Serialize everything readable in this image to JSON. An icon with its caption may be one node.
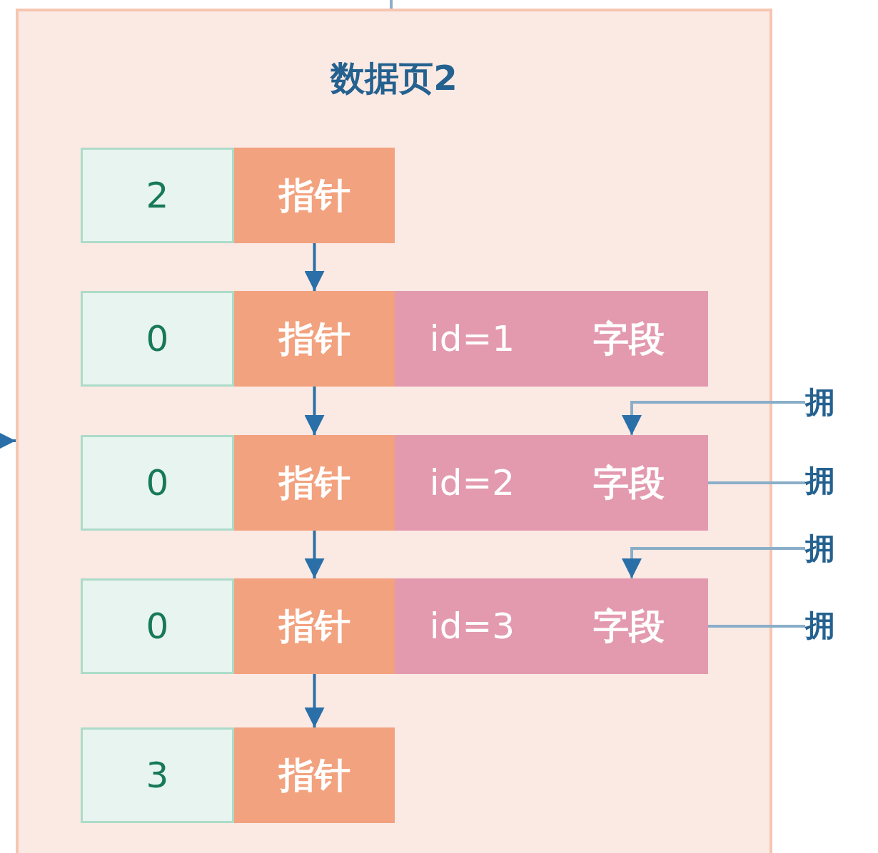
{
  "diagram": {
    "nodes": [
      {
        "text": [
          "数据页2"
        ]
      },
      {
        "text": [
          "2"
        ],
        "in": 0
      },
      {
        "text": [
          "指针"
        ],
        "in": 0
      },
      {
        "text": [
          "0"
        ],
        "in": 0
      },
      {
        "text": [
          "指针"
        ],
        "in": 0
      },
      {
        "text": [
          "id=1"
        ],
        "in": 0
      },
      {
        "text": [
          "字段"
        ],
        "in": 0
      },
      {
        "text": [
          "0"
        ],
        "in": 0
      },
      {
        "text": [
          "指针"
        ],
        "in": 0
      },
      {
        "text": [
          "id=2"
        ],
        "in": 0
      },
      {
        "text": [
          "字段"
        ],
        "in": 0
      },
      {
        "text": [
          "0"
        ],
        "in": 0
      },
      {
        "text": [
          "指针"
        ],
        "in": 0
      },
      {
        "text": [
          "id=3"
        ],
        "in": 0
      },
      {
        "text": [
          "字段"
        ],
        "in": 0
      },
      {
        "text": [
          "3"
        ],
        "in": 0
      },
      {
        "text": [
          "指针"
        ],
        "in": 0
      },
      {
        "text": [
          "拥"
        ]
      },
      {
        "text": [
          "拥"
        ]
      },
      {
        "text": [
          "拥"
        ]
      },
      {
        "text": [
          "拥"
        ]
      }
    ],
    "edges": [
      {
        "from": 2,
        "to": 4,
        "arrow": "to"
      },
      {
        "from": 4,
        "to": 8,
        "arrow": "to"
      },
      {
        "from": 8,
        "to": 12,
        "arrow": "to"
      },
      {
        "from": 12,
        "to": 16,
        "arrow": "to"
      },
      {
        "from": 17,
        "to": 10,
        "arrow": "to",
        "color": "#8aaec8"
      },
      {
        "from": 10,
        "to": 18,
        "arrow": "none",
        "color": "#8aaec8"
      },
      {
        "from": 19,
        "to": 14,
        "arrow": "to",
        "color": "#8aaec8"
      },
      {
        "from": 14,
        "to": 20,
        "arrow": "none",
        "color": "#8aaec8"
      },
      {
        "from": null,
        "to": 0,
        "arrow": "to"
      },
      {
        "from": null,
        "to": 0,
        "arrow": "none",
        "color": "#8aaec8"
      }
    ]
  }
}
